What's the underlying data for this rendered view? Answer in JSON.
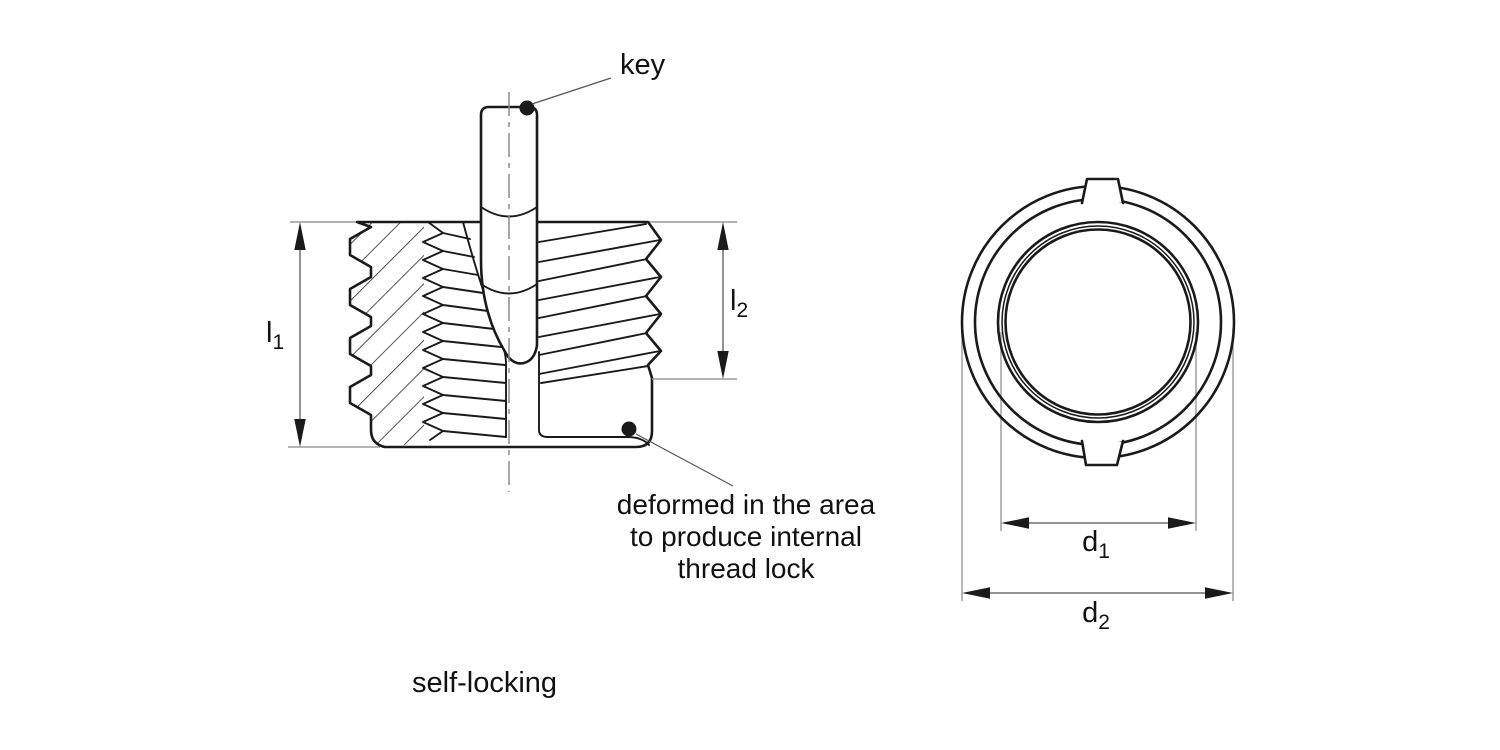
{
  "drawing": {
    "labels": {
      "key": "key",
      "l1": {
        "base": "l",
        "sub": "1"
      },
      "l2": {
        "base": "l",
        "sub": "2"
      },
      "d1": {
        "base": "d",
        "sub": "1"
      },
      "d2": {
        "base": "d",
        "sub": "2"
      }
    },
    "note": {
      "line1": "deformed in the area",
      "line2": "to produce internal",
      "line3": "thread lock"
    },
    "caption": "self-locking",
    "icons": {
      "leader_dot": "filled-circle",
      "dimension_arrowhead": "filled-triangle"
    },
    "colors": {
      "outline": "#1a1a1a",
      "dimension_line": "#6e6e6e",
      "extension_line": "#9a9a9a",
      "centerline": "#8a8a8a",
      "background": "#ffffff",
      "text": "#111111"
    }
  }
}
